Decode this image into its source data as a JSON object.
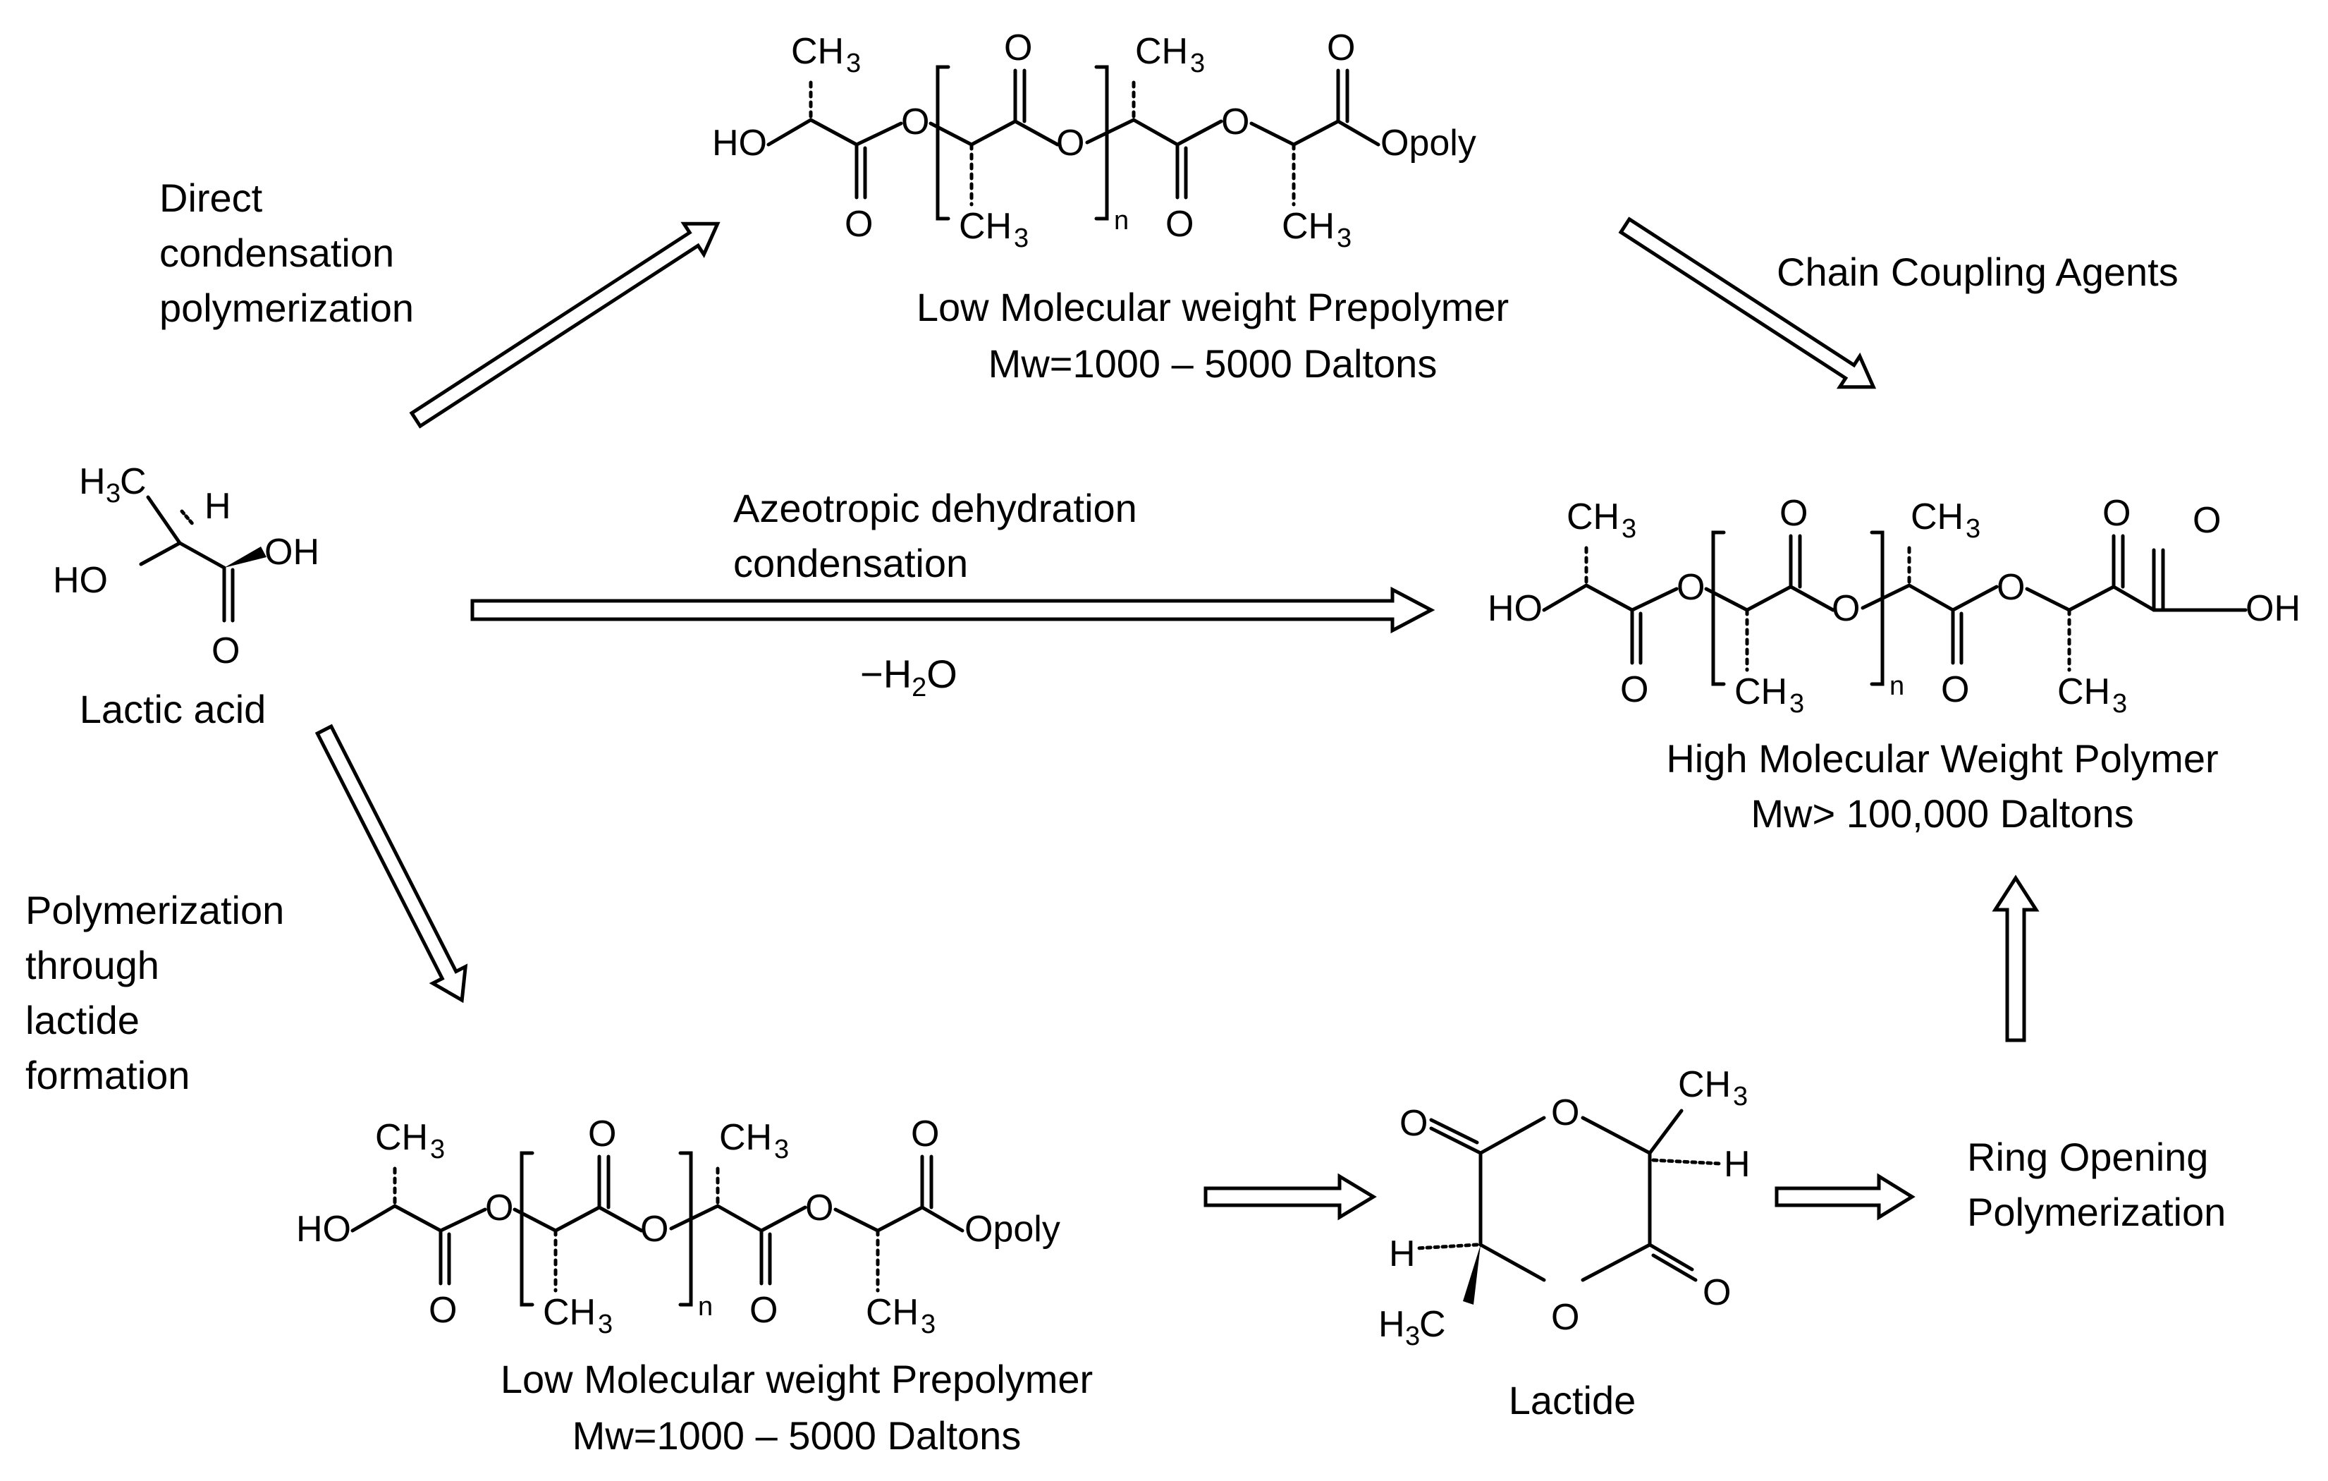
{
  "labels": {
    "lactic_acid": "Lactic acid",
    "direct_condensation": [
      "Direct",
      "condensation",
      "polymerization"
    ],
    "azeotropic": [
      "Azeotropic dehydration",
      "condensation"
    ],
    "minus_water": "−H",
    "minus_water_sub": "2",
    "minus_water_end": "O",
    "chain_coupling": "Chain Coupling Agents",
    "lactide_route": [
      "Polymerization",
      "through",
      "lactide",
      "formation"
    ],
    "ring_opening": [
      "Ring Opening",
      "Polymerization"
    ],
    "lactide": "Lactide",
    "prepolymer_top": [
      "Low Molecular weight Prepolymer",
      "Mw=1000 – 5000 Daltons"
    ],
    "prepolymer_bottom": [
      "Low Molecular weight Prepolymer",
      "Mw=1000 – 5000 Daltons"
    ],
    "high_polymer": [
      "High Molecular  Weight Polymer",
      "Mw> 100,000 Daltons"
    ]
  },
  "atoms": {
    "HO": "HO",
    "OH": "OH",
    "O": "O",
    "H": "H",
    "CH": "CH",
    "H3C_H": "H",
    "H3C_C": "C",
    "three": "3",
    "n": "n",
    "Opoly": "Opoly"
  }
}
